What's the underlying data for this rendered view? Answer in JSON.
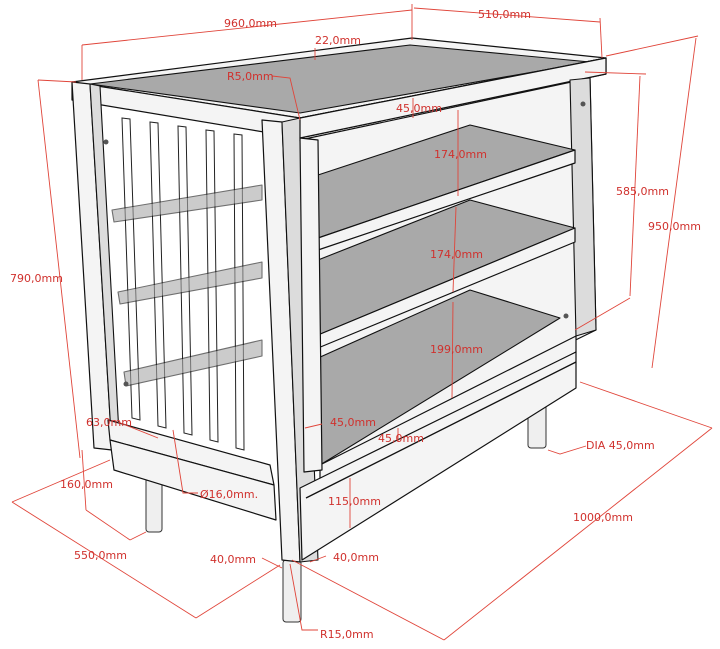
{
  "diagram": {
    "subject": "Changing table / shelf unit with slatted side, technical dimension drawing",
    "line_color": "#e0453a",
    "label_color": "#d0312d",
    "shelf_color": "#a9a9a9",
    "dimensions": {
      "top_length": "960,0mm",
      "top_depth": "510,0mm",
      "top_rim": "22,0mm",
      "corner_radius": "R5,0mm",
      "top_rail": "45,0mm",
      "shelf_gap_1": "174,0mm",
      "shelf_gap_2": "174,0mm",
      "shelf_gap_3": "199,0mm",
      "inner_height": "585,0mm",
      "total_height": "950,0mm",
      "body_height": "790,0mm",
      "bottom_rail": "63,0mm",
      "leg_height": "160,0mm",
      "slat_diameter": "Ø16,0mm.",
      "post_width_front": "45,0mm",
      "bottom_rail_front": "45,0mm",
      "skirt_height": "115,0mm",
      "depth_total": "550,0mm",
      "post_a": "40,0mm",
      "post_b": "40,0mm",
      "leg_diameter": "DIA 45,0mm",
      "length_total": "1000,0mm",
      "leg_radius": "R15,0mm"
    }
  }
}
